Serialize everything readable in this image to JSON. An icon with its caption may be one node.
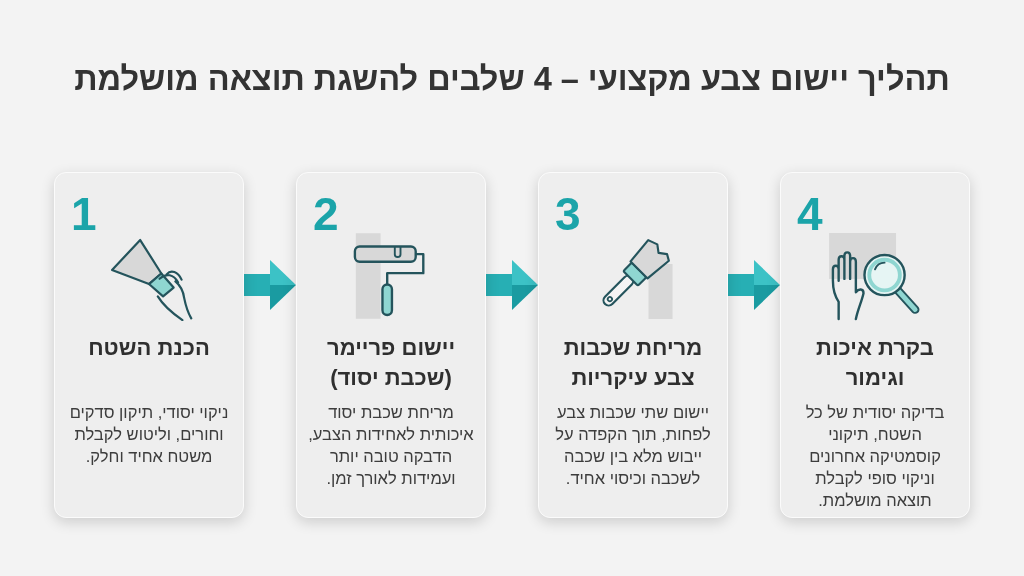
{
  "diagram": {
    "title": "תהליך יישום צבע מקצועי – 4 שלבים להשגת תוצאה מושלמת",
    "nodes": [
      {
        "text": [
          "1",
          "הכנת השטח",
          "ניקוי יסודי, תיקון סדקים וחורים, וליטוש לקבלת משטח אחיד וחלק."
        ]
      },
      {
        "text": [
          "2",
          "יישום פריימר (שכבת יסוד)",
          "מריחת שכבת יסוד איכותית לאחידות הצבע, הדבקה טובה יותר ועמידות לאורך זמן."
        ]
      },
      {
        "text": [
          "3",
          "מריחת שכבות צבע עיקריות",
          "יישום שתי שכבות צבע לפחות, תוך הקפדה על ייבוש מלא בין שכבה לשכבה וכיסוי אחיד."
        ]
      },
      {
        "text": [
          "4",
          "בקרת איכות וגימור",
          "בדיקה יסודית של כל השטח, תיקוני קוסמטיקה אחרונים וניקוי סופי לקבלת תוצאה מושלמת."
        ]
      }
    ],
    "edges": [
      {
        "from": 0,
        "to": 1,
        "arrow": "to"
      },
      {
        "from": 1,
        "to": 2,
        "arrow": "to"
      },
      {
        "from": 2,
        "to": 3,
        "arrow": "to"
      }
    ]
  }
}
